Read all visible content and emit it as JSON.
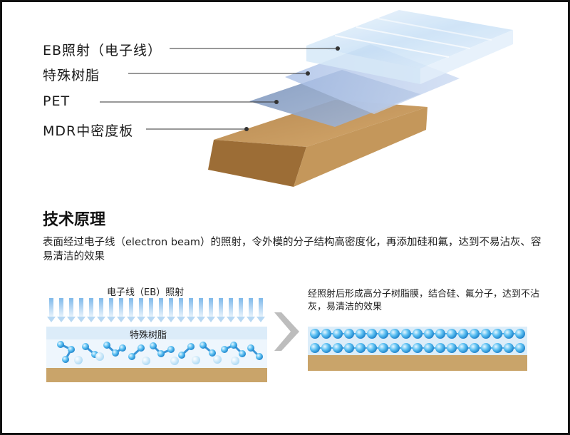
{
  "layers": {
    "eb": "EB照射（电子线）",
    "resin": "特殊树脂",
    "pet": "PET",
    "mdr": "MDR中密度板"
  },
  "principle": {
    "title": "技术原理",
    "description": "表面经过电子线（electron beam）的照射，令外模的分子结构高密度化，再添加硅和氟，达到不易沾灰、容易清洁的效果"
  },
  "before": {
    "beam_label": "电子线（EB）照射",
    "resin_label": "特殊树脂"
  },
  "after": {
    "caption": "经照射后形成高分子树脂膜，结合硅、氟分子，达到不沾灰，易清洁的效果"
  },
  "colors": {
    "wood_top": "#c79a5e",
    "wood_side": "#a8773f",
    "pet": "#8fa6c9",
    "resin": "#b9cdeb",
    "eb": "#d5e8f8",
    "molecule": "#3aa4e6",
    "arrow": "#bdbdbd"
  }
}
